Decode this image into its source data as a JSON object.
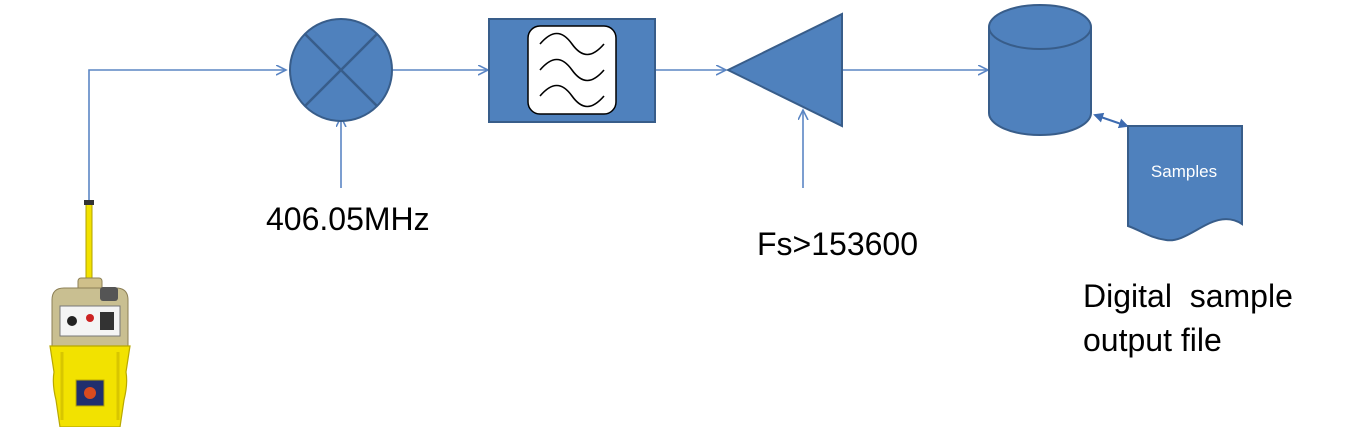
{
  "diagram": {
    "mixer_label": "406.05MHz",
    "sampler_label": "Fs>153600",
    "samples_label": "Samples",
    "output_label_line1": "Digital  sample",
    "output_label_line2": "output file"
  },
  "colors": {
    "line": "#5b86c4",
    "block_fill": "#4f81bd",
    "block_stroke": "#385d8a",
    "beacon_yellow": "#f2e200",
    "beacon_body": "#e8d400"
  },
  "icons": [
    "emergency-beacon-icon",
    "mixer-icon",
    "bandpass-filter-icon",
    "amplifier-icon",
    "storage-cylinder-icon",
    "document-icon"
  ]
}
